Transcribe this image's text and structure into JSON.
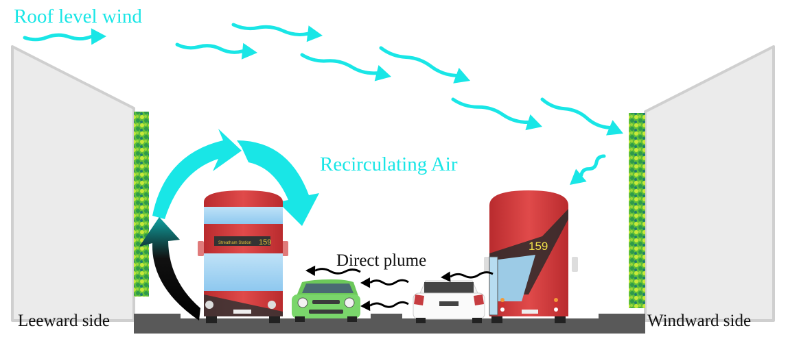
{
  "labels": {
    "roof_wind": "Roof level wind",
    "recirculating": "Recirculating Air",
    "direct_plume": "Direct plume",
    "leeward": "Leeward side",
    "windward": "Windward side"
  },
  "bus_front": {
    "destination": "Streatham Station",
    "route": "159"
  },
  "bus_rear": {
    "route": "159"
  },
  "colors": {
    "wind": "#19e6e6",
    "building": "#ebebeb",
    "road": "#595959",
    "bus_red": "#d8393b",
    "car_green": "#7ad66b"
  }
}
